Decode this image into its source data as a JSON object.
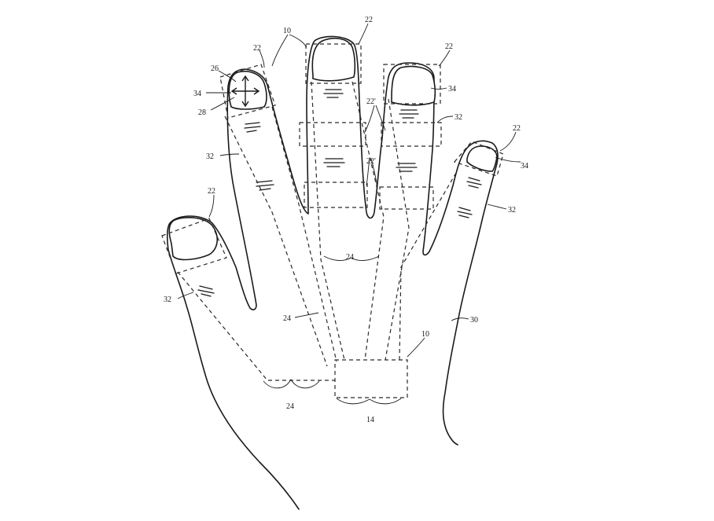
{
  "figure": {
    "reference_numerals": {
      "device_top": "10",
      "device_bottom": "10",
      "finger_device_thumb": "22",
      "finger_device_index": "22",
      "finger_device_middle": "22",
      "finger_device_ring": "22",
      "finger_device_pinky": "22",
      "segment_middle_upper": "22'",
      "segment_middle_lower": "22'",
      "control_unit": "14",
      "signal_path_left": "24",
      "signal_path_center": "24",
      "signal_path_bottom": "24",
      "nail_index": "26",
      "sensor_index": "28",
      "nail_label_index": "34",
      "nail_label_ring": "34",
      "nail_label_pinky": "34",
      "finger_thumb": "32",
      "finger_index": "32",
      "finger_ring": "32",
      "finger_pinky": "32",
      "hand": "30"
    }
  }
}
